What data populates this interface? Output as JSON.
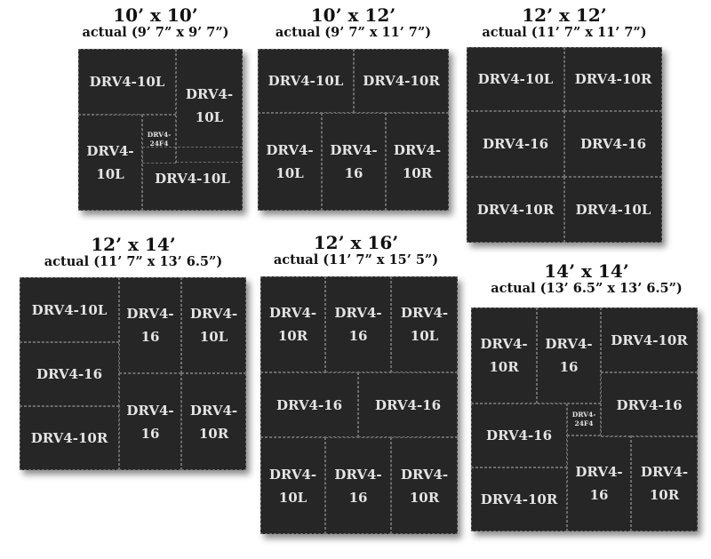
{
  "layouts": [
    {
      "size": "10’ x 10’",
      "actual": "actual (9’ 7” x 9’ 7”)",
      "tiles": [
        "DRV4-10L",
        "DRV4-\n10L",
        "DRV4-\n24F4",
        "DRV4-\n10L",
        "DRV4-10L"
      ]
    },
    {
      "size": "10’ x 12’",
      "actual": "actual (9’ 7” x 11’ 7”)",
      "tiles": [
        "DRV4-10L",
        "DRV4-10R",
        "DRV4-\n10L",
        "DRV4-\n16",
        "DRV4-\n10R"
      ]
    },
    {
      "size": "12’ x 12’",
      "actual": "actual (11’ 7” x 11’ 7”)",
      "tiles": [
        "DRV4-10L",
        "DRV4-10R",
        "DRV4-16",
        "DRV4-16",
        "DRV4-10R",
        "DRV4-10L"
      ]
    },
    {
      "size": "12’ x 14’",
      "actual": "actual (11’ 7” x 13’ 6.5”)",
      "tiles": [
        "DRV4-10L",
        "DRV4-\n16",
        "DRV4-\n10L",
        "DRV4-16",
        "DRV4-\n16",
        "DRV4-\n10R",
        "DRV4-10R"
      ]
    },
    {
      "size": "12’ x 16’",
      "actual": "actual (11’ 7” x 15’ 5”)",
      "tiles": [
        "DRV4-\n10R",
        "DRV4-\n16",
        "DRV4-\n10L",
        "DRV4-16",
        "DRV4-16",
        "DRV4-\n10L",
        "DRV4-\n16",
        "DRV4-\n10R"
      ]
    },
    {
      "size": "14’ x 14’",
      "actual": "actual (13’ 6.5” x 13’ 6.5”)",
      "tiles": [
        "DRV4-\n10R",
        "DRV4-\n16",
        "DRV4-10R",
        "DRV4-16",
        "DRV4-16",
        "DRV4-\n24F4",
        "DRV4-\n16",
        "DRV4-\n10R",
        "DRV4-10R"
      ]
    }
  ]
}
